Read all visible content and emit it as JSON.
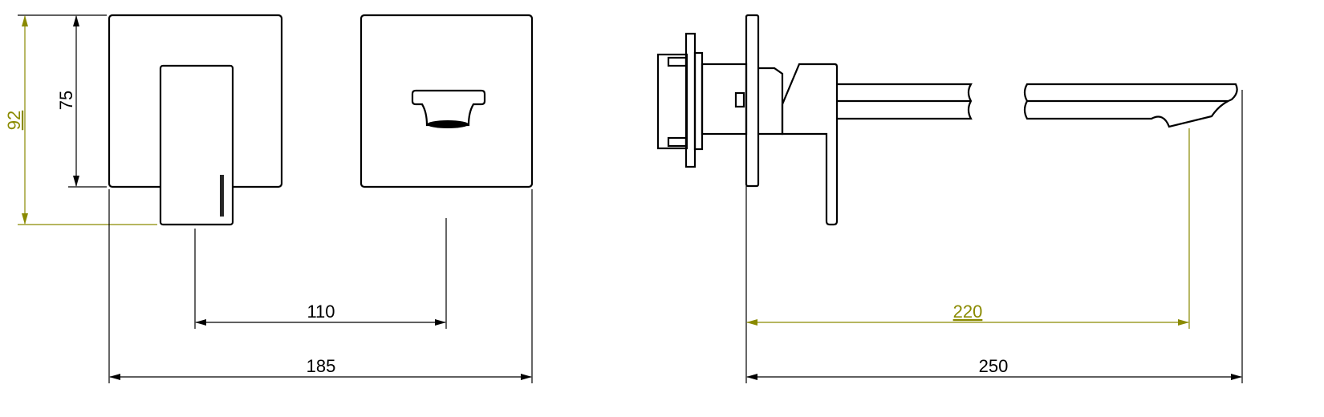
{
  "dimensions": {
    "total_height": "92",
    "plate_height": "75",
    "center_distance": "110",
    "front_width": "185",
    "spout_projection": "220",
    "total_depth": "250"
  },
  "colors": {
    "outline": "#000000",
    "highlight_dimension": "#8a8a00"
  }
}
